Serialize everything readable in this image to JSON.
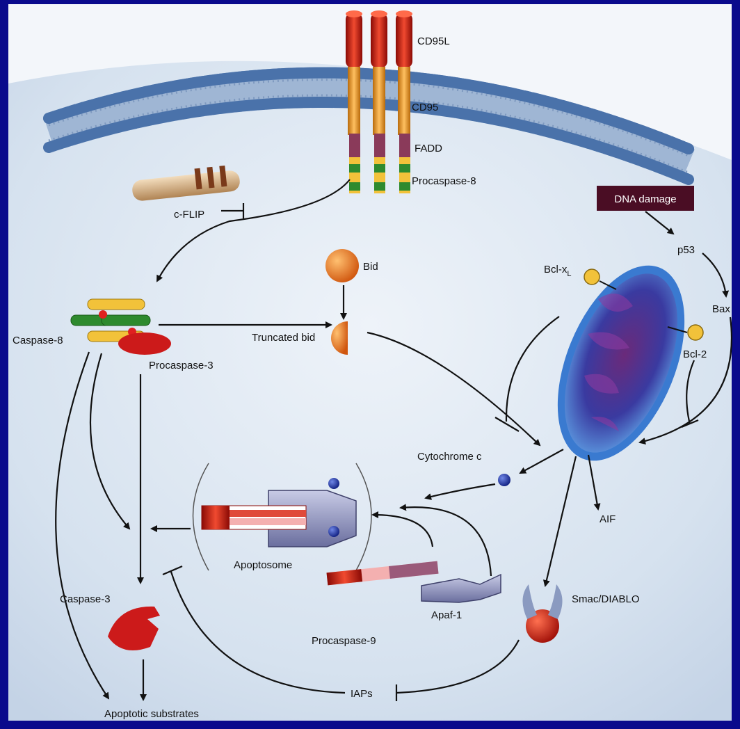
{
  "labels": {
    "cd95l": "CD95L",
    "cd95": "CD95",
    "fadd": "FADD",
    "procaspase8": "Procaspase-8",
    "cflip": "c-FLIP",
    "dna_damage": "DNA damage",
    "p53": "p53",
    "bax": "Bax",
    "bid": "Bid",
    "truncated_bid": "Truncated bid",
    "caspase8": "Caspase-8",
    "bclxl_main": "Bcl-x",
    "bclxl_sub": "L",
    "bcl2": "Bcl-2",
    "procaspase3": "Procaspase-3",
    "cytochrome_c": "Cytochrome c",
    "aif": "AIF",
    "apoptosome": "Apoptosome",
    "caspase3": "Caspase-3",
    "apaf1": "Apaf-1",
    "smac": "Smac/DIABLO",
    "procaspase9": "Procaspase-9",
    "iaps": "IAPs",
    "apoptotic_substrates": "Apoptotic substrates"
  },
  "colors": {
    "background_frame": "#0a0a8c",
    "cell": "#dfe8f3",
    "membrane": "#5f86b4",
    "dna_damage_box": "#4a0d24",
    "ligand_red": "#cc2010",
    "receptor_orange": "#f0a02a",
    "fadd_purple": "#8a3a5a",
    "caspase_green": "#2e8a2e",
    "caspase_yellow": "#f2c23a",
    "bid_orange": "#e8741e",
    "mito_blue": "#3a5ac0",
    "mito_purple": "#5a2a80",
    "caspase3_red": "#cc1a1a",
    "cytc_blue": "#1c2f9a"
  }
}
